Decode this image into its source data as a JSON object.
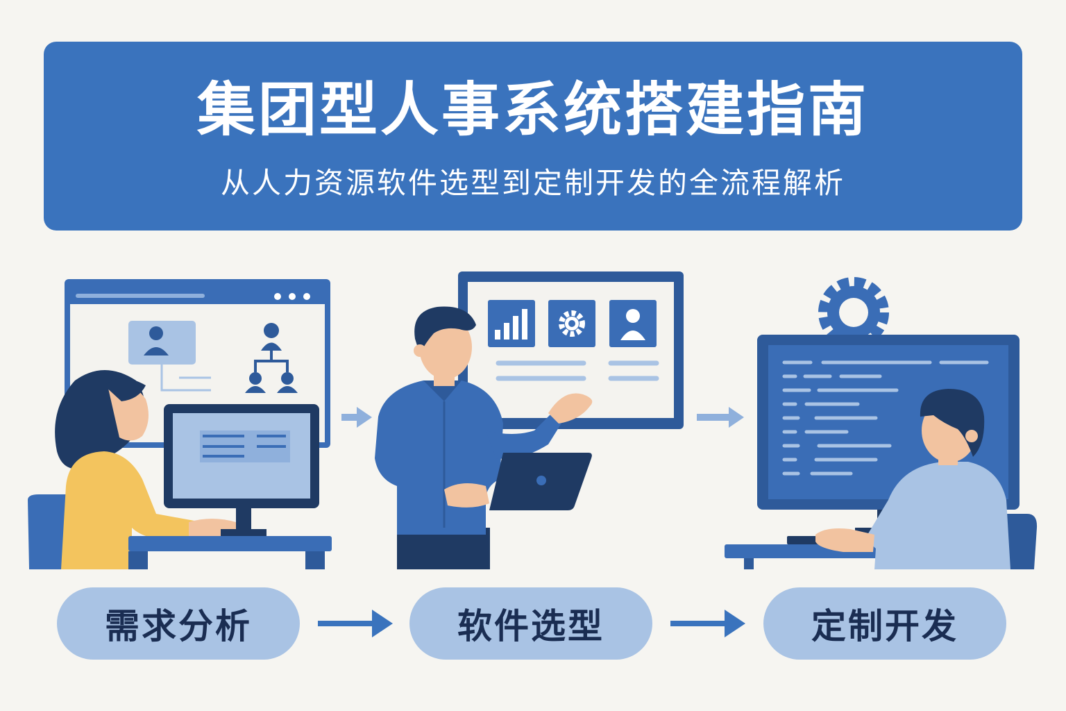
{
  "header": {
    "title": "集团型人事系统搭建指南",
    "subtitle": "从人力资源软件选型到定制开发的全流程解析"
  },
  "steps": [
    {
      "label": "需求分析",
      "icon": "user-and-org-chart-icons"
    },
    {
      "label": "软件选型",
      "icon": "dashboard-icons"
    },
    {
      "label": "定制开发",
      "icon": "gear-icon"
    }
  ],
  "colors": {
    "banner": "#3a73bd",
    "pill": "#a9c3e4",
    "pill_text": "#1a2d52",
    "arrow": "#3a73bd",
    "background": "#f6f5f1"
  }
}
